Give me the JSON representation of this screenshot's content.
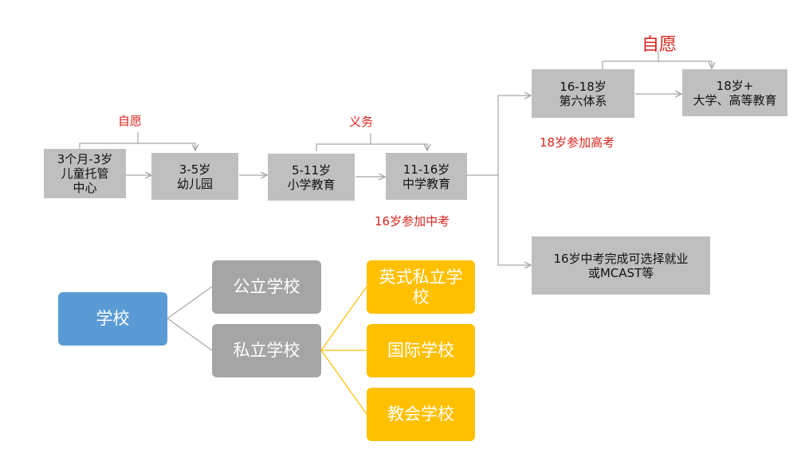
{
  "flow": {
    "boxes": {
      "infant": "3个月-3岁\n儿童托管\n中心",
      "kindergarten": "3-5岁\n幼儿园",
      "primary": "5-11岁\n小学教育",
      "secondary": "11-16岁\n中学教育",
      "sixth_form": "16-18岁\n第六体系",
      "higher": "18岁+\n大学、高等教育",
      "employment": "16岁中考完成可选择就业\n或MCAST等"
    },
    "notes": {
      "voluntary_early": "自愿",
      "compulsory": "义务",
      "voluntary_late": "自愿",
      "exam_16": "16岁参加中考",
      "exam_18": "18岁参加高考"
    }
  },
  "school_tree": {
    "root": "学校",
    "public": "公立学校",
    "private": "私立学校",
    "private_types": [
      "英式私立学校",
      "国际学校",
      "教会学校"
    ]
  },
  "colors": {
    "flow_box": "#bfbfbf",
    "note_red": "#d9251d",
    "root_blue": "#5b9bd5",
    "branch_gray": "#a5a5a5",
    "leaf_gold": "#ffc000"
  }
}
